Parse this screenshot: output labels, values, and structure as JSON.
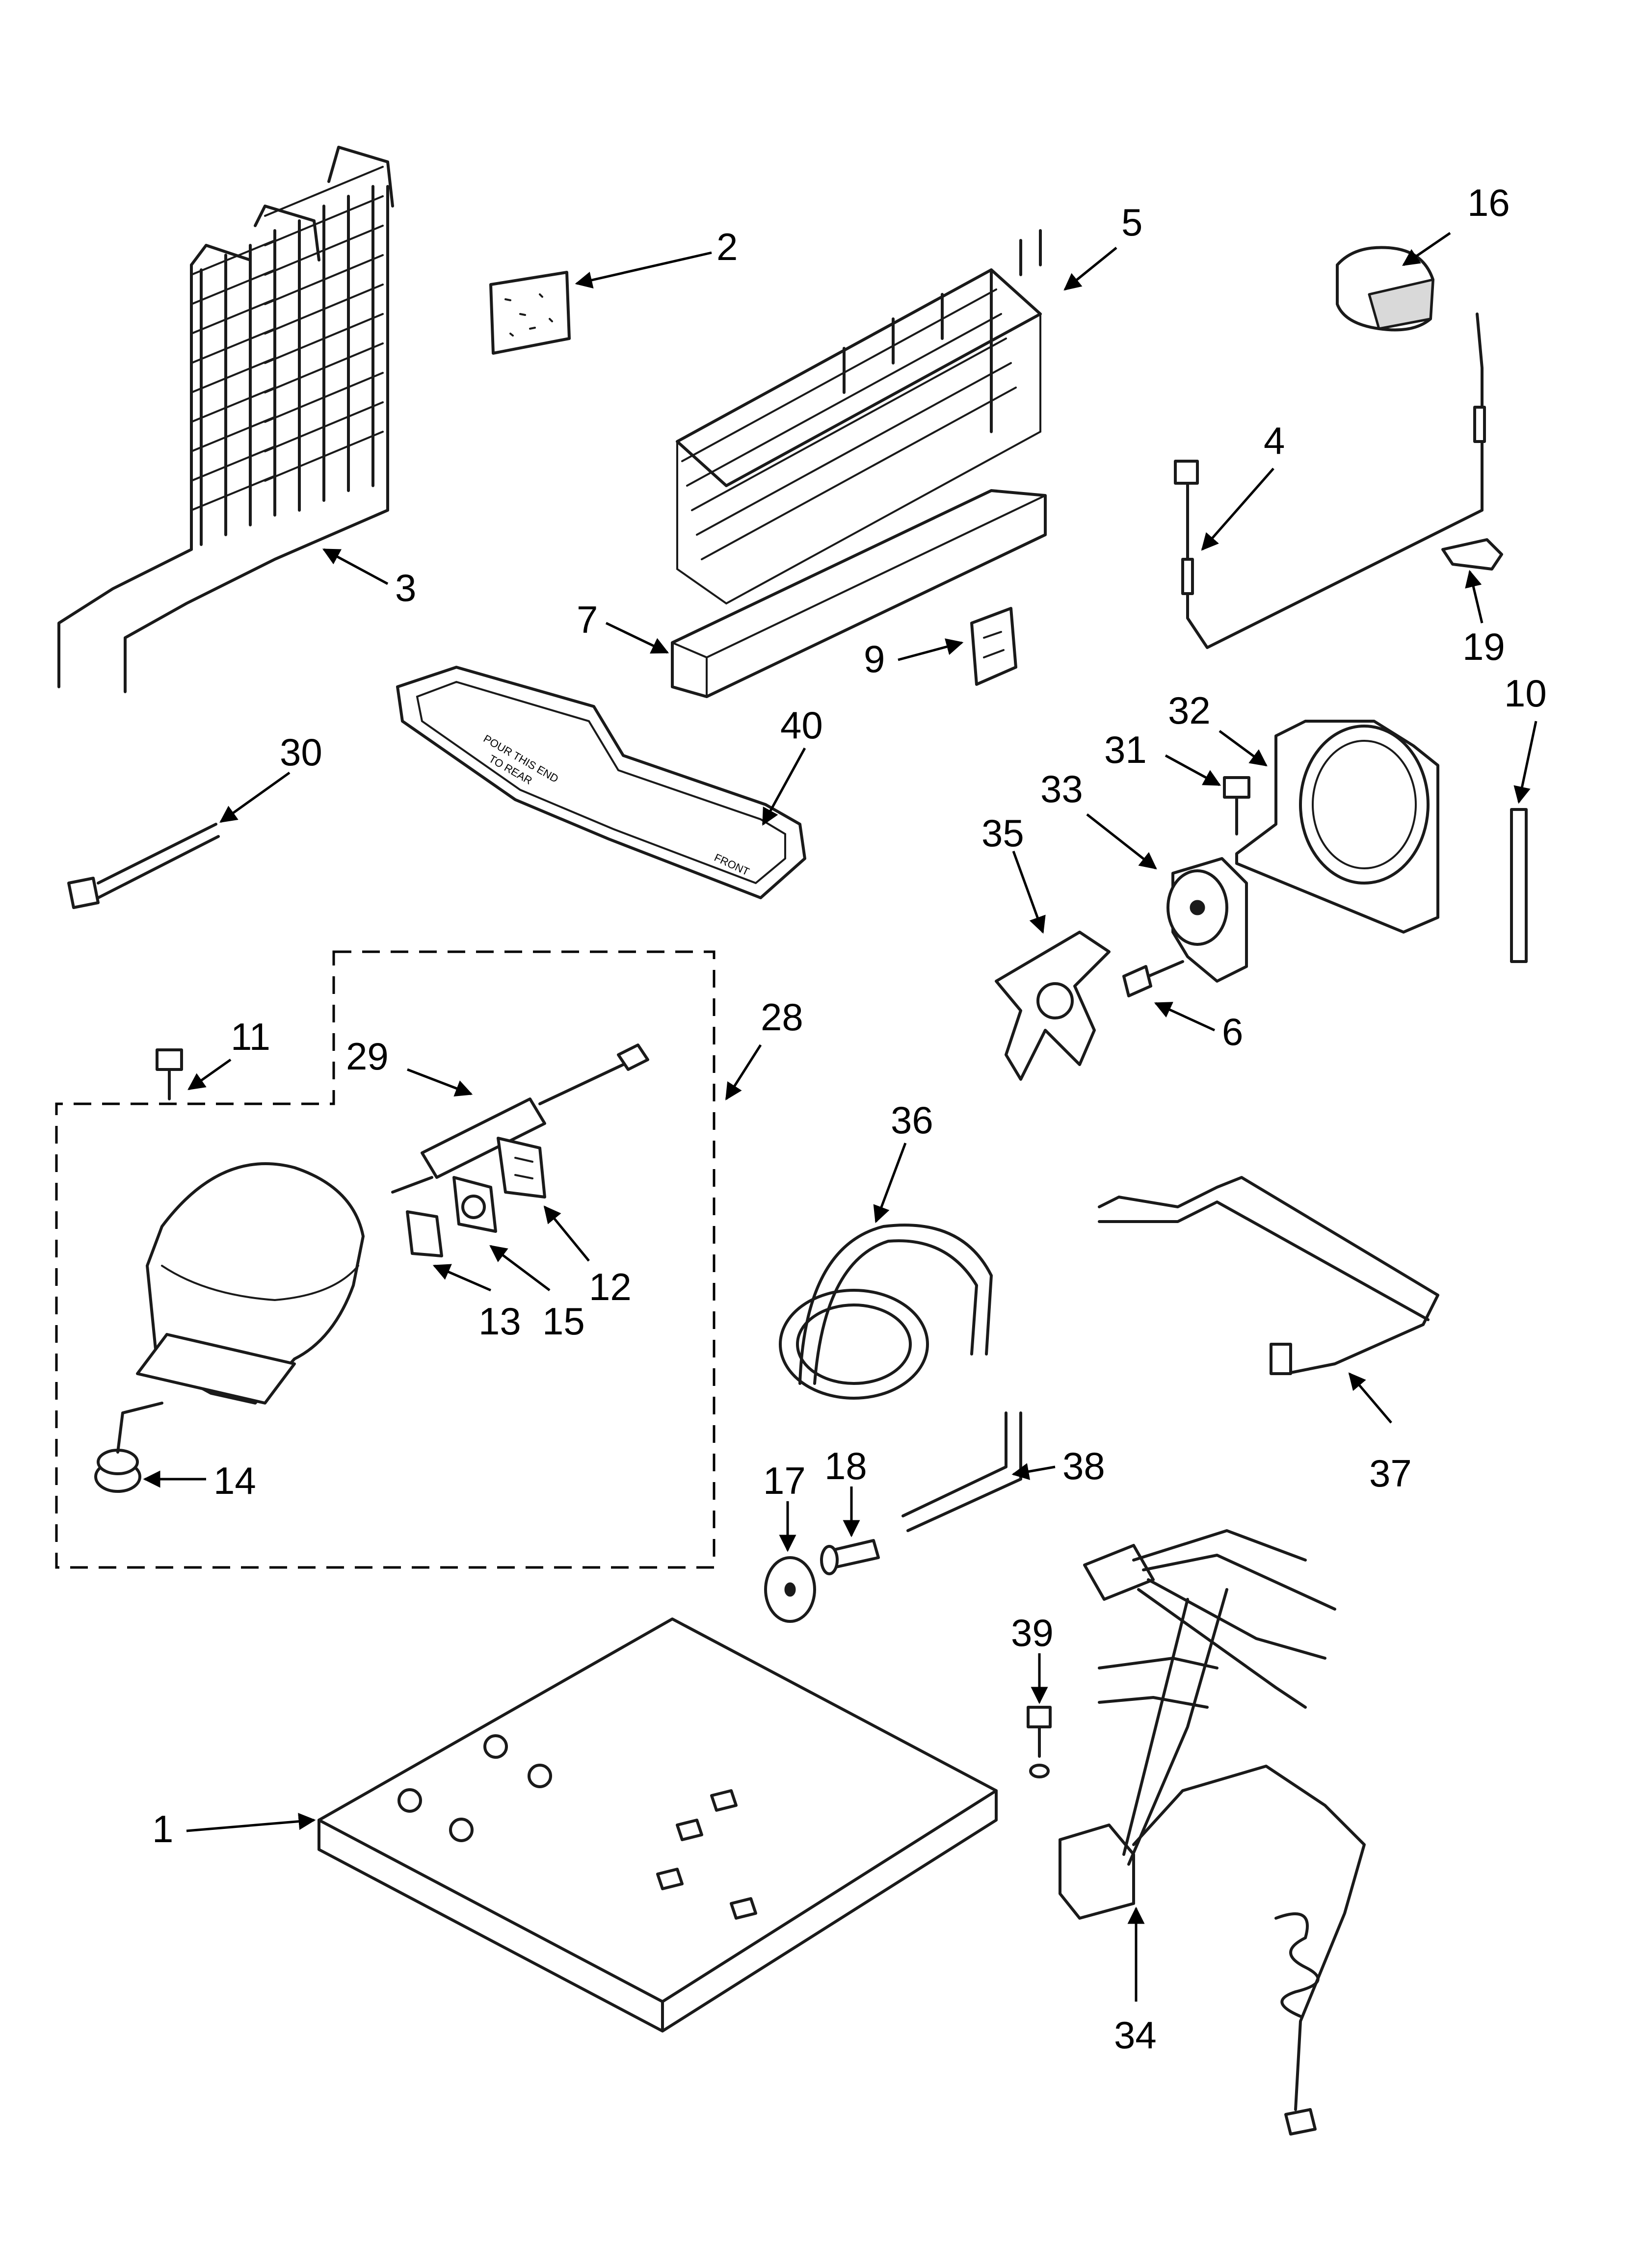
{
  "callouts": {
    "c1": "1",
    "c2": "2",
    "c3": "3",
    "c4": "4",
    "c5": "5",
    "c6": "6",
    "c7": "7",
    "c9": "9",
    "c10": "10",
    "c11": "11",
    "c12": "12",
    "c13": "13",
    "c14": "14",
    "c15": "15",
    "c16": "16",
    "c17": "17",
    "c18": "18",
    "c19": "19",
    "c28": "28",
    "c29": "29",
    "c30": "30",
    "c31": "31",
    "c32": "32",
    "c33": "33",
    "c34": "34",
    "c35": "35",
    "c36": "36",
    "c37": "37",
    "c38": "38",
    "c39": "39",
    "c40": "40"
  },
  "tray_labels": {
    "line1": "POUR THIS END",
    "line2": "TO REAR",
    "front": "FRONT"
  }
}
